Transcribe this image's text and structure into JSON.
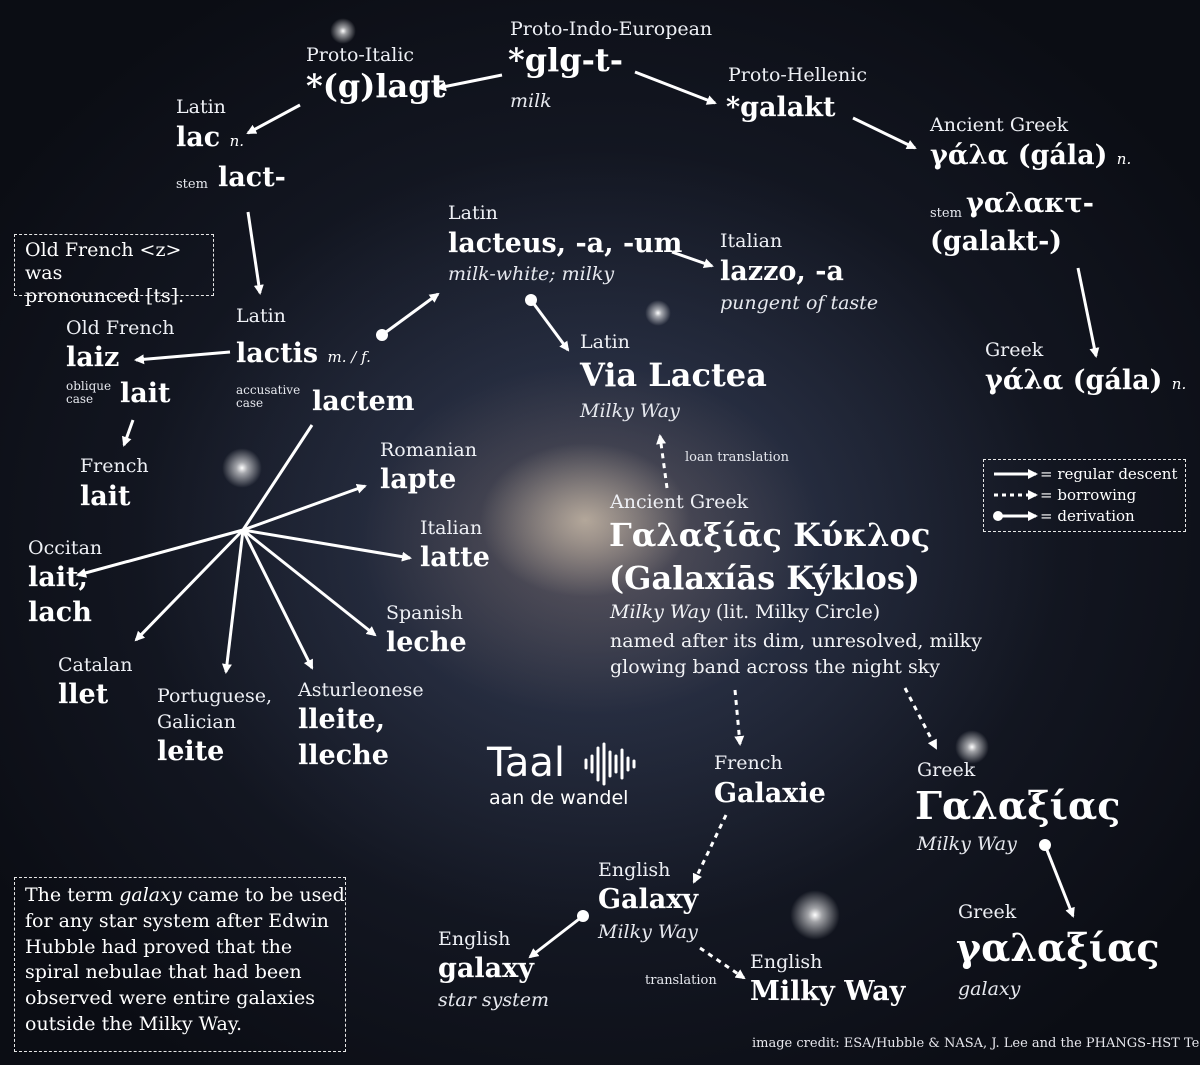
{
  "nodes": {
    "pie": {
      "lang": "Proto-Indo-European",
      "word": "*glg-t-",
      "gloss": "milk"
    },
    "proto_italic": {
      "lang": "Proto-Italic",
      "word": "*(g)lagt"
    },
    "proto_hellenic": {
      "lang": "Proto-Hellenic",
      "word": "*galakt"
    },
    "latin_lac": {
      "lang": "Latin",
      "word": "lac",
      "pos": "n.",
      "stem_label": "stem",
      "stem": "lact-"
    },
    "ancient_greek_gala": {
      "lang": "Ancient Greek",
      "word": "γάλα (gála)",
      "pos": "n.",
      "stem_label": "stem",
      "stem": "γαλακτ-",
      "stem_translit": "(galakt-)"
    },
    "latin_lacteus": {
      "lang": "Latin",
      "word": "lacteus, -a, -um",
      "gloss": "milk-white; milky"
    },
    "italian_lazzo": {
      "lang": "Italian",
      "word": "lazzo, -a",
      "gloss": "pungent of taste"
    },
    "latin_lactis": {
      "lang": "Latin",
      "word": "lactis",
      "pos": "m. / f.",
      "acc_label": "accusative case",
      "acc": "lactem"
    },
    "old_french": {
      "lang": "Old French",
      "word": "laiz",
      "oblique_label": "oblique case",
      "oblique": "lait"
    },
    "french_lait": {
      "lang": "French",
      "word": "lait"
    },
    "via_lactea": {
      "lang": "Latin",
      "word": "Via Lactea",
      "gloss": "Milky Way"
    },
    "greek_gala": {
      "lang": "Greek",
      "word": "γάλα (gála)",
      "pos": "n."
    },
    "romanian": {
      "lang": "Romanian",
      "word": "lapte"
    },
    "italian_latte": {
      "lang": "Italian",
      "word": "latte"
    },
    "occitan": {
      "lang": "Occitan",
      "word1": "lait,",
      "word2": "lach"
    },
    "spanish": {
      "lang": "Spanish",
      "word": "leche"
    },
    "catalan": {
      "lang": "Catalan",
      "word": "llet"
    },
    "portuguese": {
      "lang1": "Portuguese,",
      "lang2": "Galician",
      "word": "leite"
    },
    "asturleonese": {
      "lang": "Asturleonese",
      "word1": "lleite,",
      "word2": "lleche"
    },
    "galaxias_kyklos": {
      "lang": "Ancient Greek",
      "word1": "Γαλαξίᾱς Κύκλος",
      "word2": "(Galaxíās Kýklos)",
      "gloss_main": "Milky Way",
      "gloss_lit": "(lit. Milky Circle)",
      "note1": "named after its dim, unresolved, milky",
      "note2": "glowing band across the night sky"
    },
    "french_galaxie": {
      "lang": "French",
      "word": "Galaxie"
    },
    "greek_galaxias_mw": {
      "lang": "Greek",
      "word": "Γαλαξίας",
      "gloss": "Milky Way"
    },
    "english_galaxy_mw": {
      "lang": "English",
      "word": "Galaxy",
      "gloss": "Milky Way"
    },
    "english_galaxy": {
      "lang": "English",
      "word": "galaxy",
      "gloss": "star system"
    },
    "english_milky_way": {
      "lang": "English",
      "word": "Milky Way"
    },
    "greek_galaxias": {
      "lang": "Greek",
      "word": "γαλαξίας",
      "gloss": "galaxy"
    }
  },
  "edge_labels": {
    "loan_translation": "loan translation",
    "translation": "translation"
  },
  "notes": {
    "old_french_z": [
      "Old French <z> was",
      "pronounced [ts]."
    ],
    "galaxy_term": {
      "l1_pre": "The term ",
      "l1_em": "galaxy",
      "l1_post": " came to be used",
      "l2": "for any star system after Edwin",
      "l3": "Hubble had proved that the",
      "l4": "spiral nebulae that had been",
      "l5": "observed were entire galaxies",
      "l6": "outside the Milky Way."
    }
  },
  "legend": {
    "regular": "= regular descent",
    "borrowing": "= borrowing",
    "derivation": "= derivation"
  },
  "logo": {
    "title": "Taal",
    "subtitle": "aan de wandel"
  },
  "credit": "image credit: ESA/Hubble & NASA, J. Lee and the PHANGS-HST Team"
}
